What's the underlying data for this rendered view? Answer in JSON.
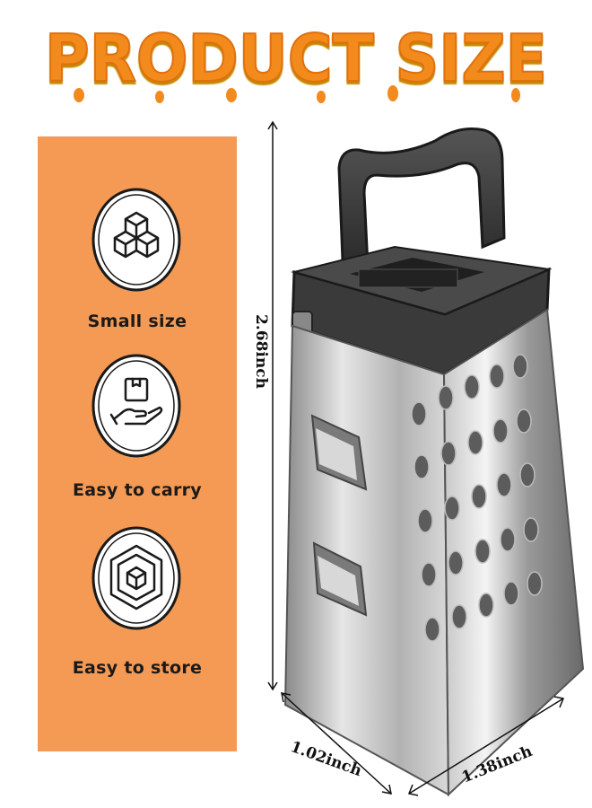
{
  "header": {
    "title": "PRODUCT SIZE",
    "color": "#f28a1e"
  },
  "panel": {
    "background": "#f49a55",
    "features": [
      {
        "label": "Small size",
        "icon": "cubes-icon"
      },
      {
        "label": "Easy to carry",
        "icon": "hand-box-icon"
      },
      {
        "label": "Easy to store",
        "icon": "cube-storage-icon"
      }
    ]
  },
  "dimensions": {
    "height": "2.68inch",
    "depth": "1.02inch",
    "width": "1.38inch"
  }
}
